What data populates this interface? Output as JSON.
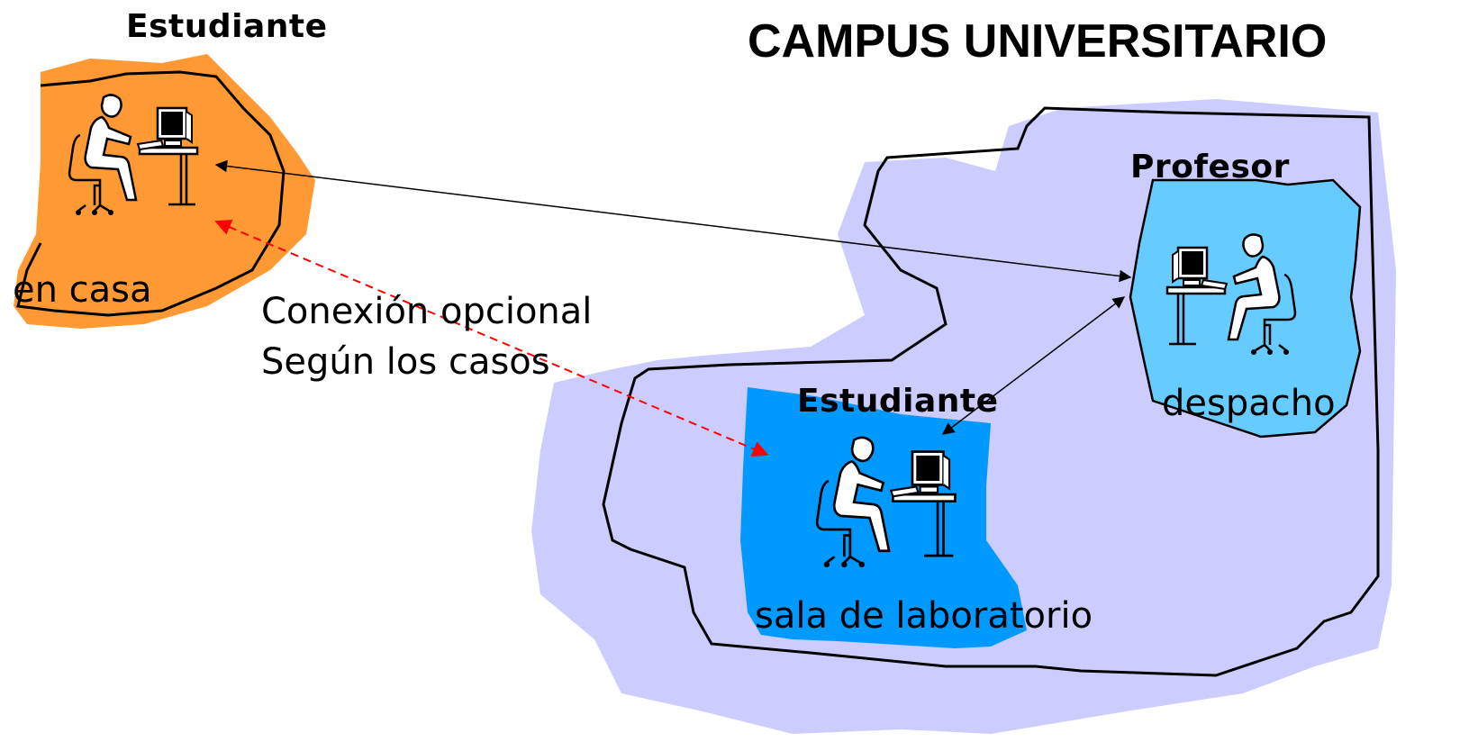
{
  "title": "CAMPUS UNIVERSITARIO",
  "home": {
    "role_label": "Estudiante",
    "place_label": "en casa"
  },
  "note": {
    "line1": "Conexión opcional",
    "line2": "Según los casos"
  },
  "lab": {
    "role_label": "Estudiante",
    "place_label": "sala de laboratorio"
  },
  "office": {
    "role_label": "Profesor",
    "place_label": "despacho"
  },
  "colors": {
    "home_region": "#FF9933",
    "campus_region": "#CCCCFF",
    "lab_region": "#0099FF",
    "office_region": "#66CCFF",
    "optional_link": "#FF0000",
    "link": "#000000"
  },
  "icons": [
    "workstation-icon"
  ]
}
